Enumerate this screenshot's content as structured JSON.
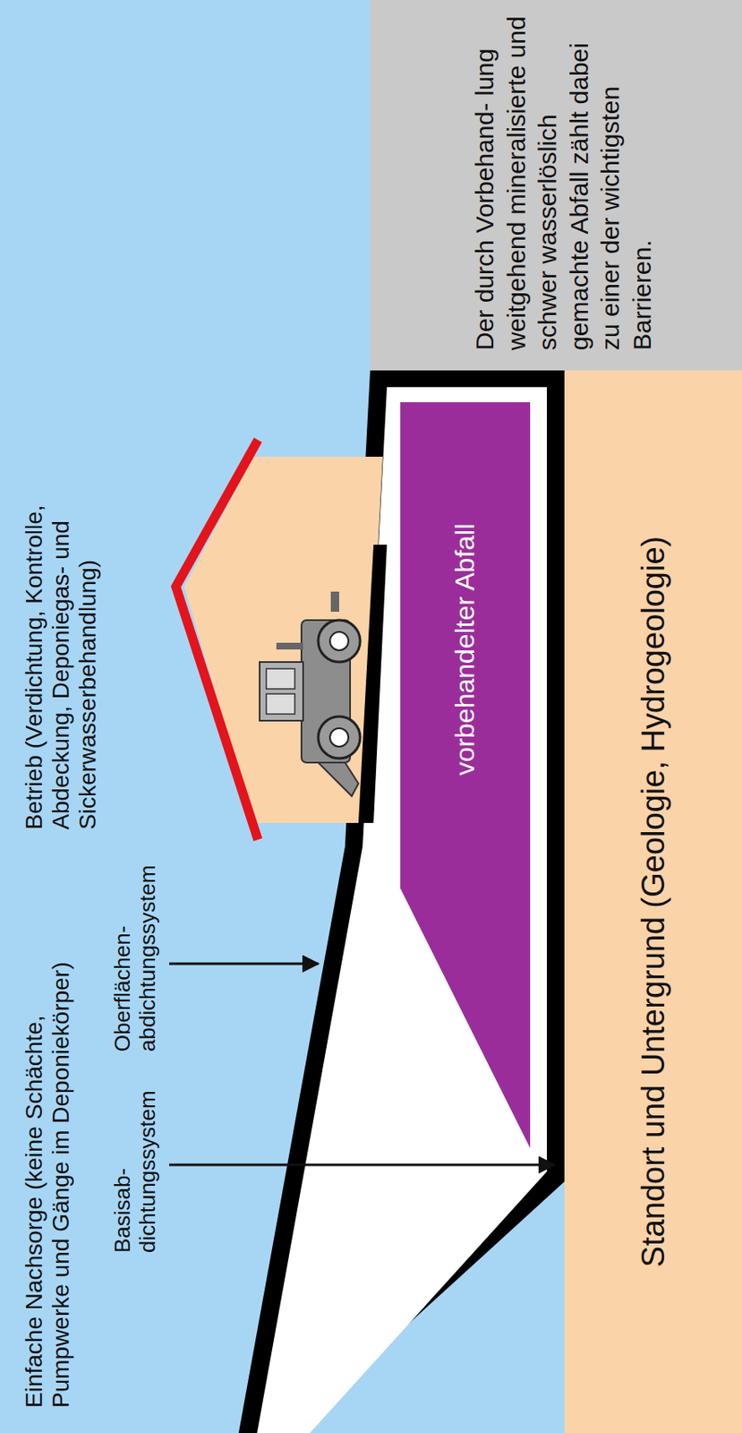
{
  "diagram": {
    "nodes": [
      {
        "text": [
          "vorbehandelter Abfall"
        ]
      },
      {
        "text": [
          "Der durch Vorbehand- lung weitgehend mineralisierte und schwer wasserlöslich gemachte Abfall zählt dabei zu einer der wichtigsten Barrieren."
        ]
      },
      {
        "text": [
          "Standort und Untergrund (Geologie, Hydrogeologie)"
        ]
      }
    ],
    "labels": [
      "Einfache Nachsorge (keine Schächte, Pumpwerke und Gänge im Deponiekörper)",
      "Betrieb (Verdichtung, Kontrolle, Abdeckung, Deponiegas- und Sickerwasserbehandlung)",
      "Basisab- dichtungssystem",
      "Oberflächen- abdichtungssystem"
    ]
  }
}
